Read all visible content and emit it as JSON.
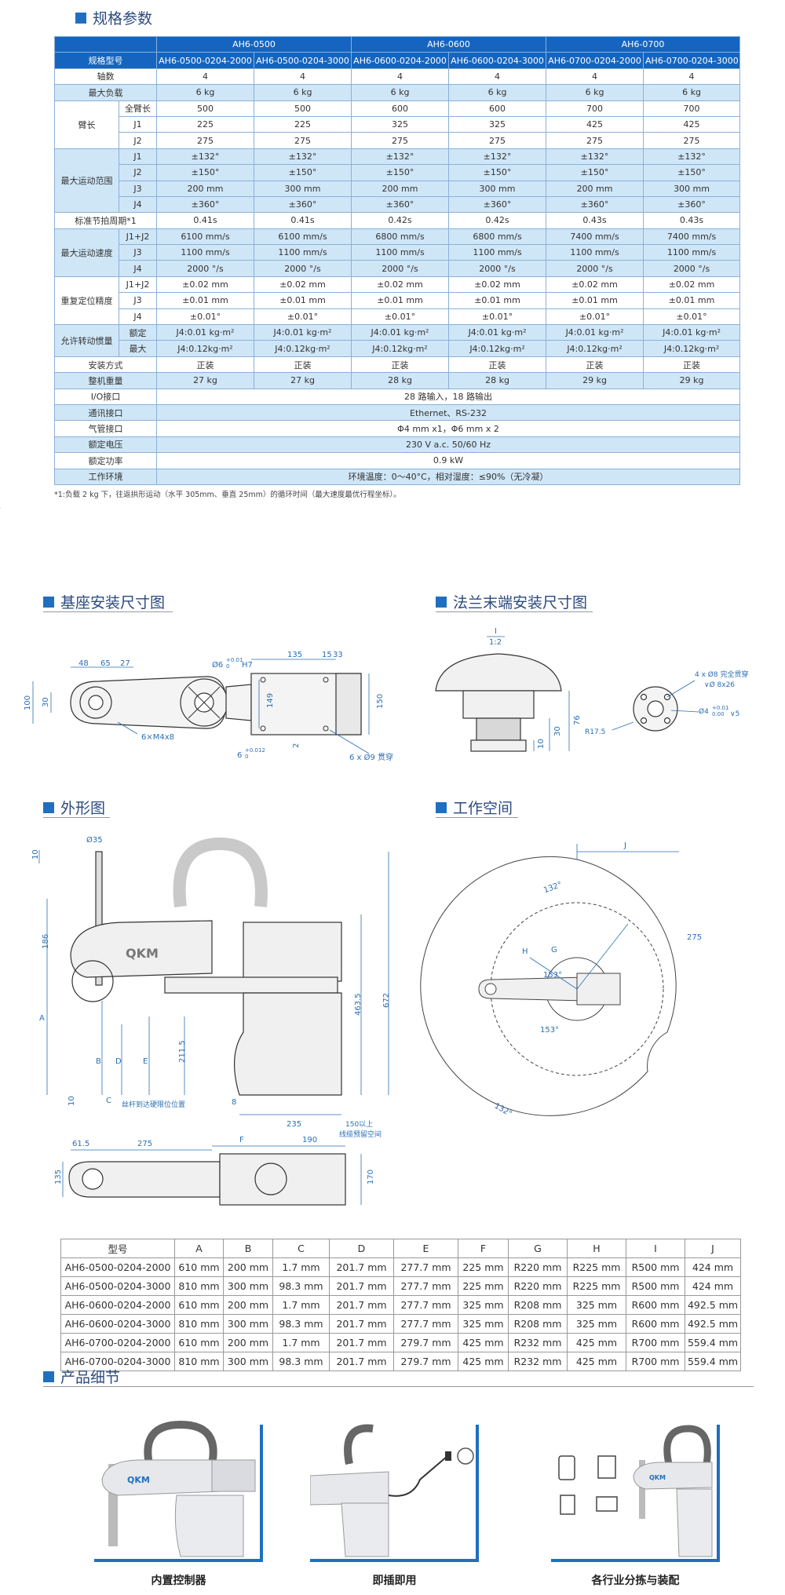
{
  "sections": {
    "spec": "规格参数",
    "base": "基座安装尺寸图",
    "flange": "法兰末端安装尺寸图",
    "outline": "外形图",
    "workspace": "工作空间",
    "details": "产品细节"
  },
  "spec": {
    "model_label": "规格型号",
    "groups": [
      "AH6-0500",
      "AH6-0600",
      "AH6-0700"
    ],
    "models": [
      "AH6-0500-0204-2000",
      "AH6-0500-0204-3000",
      "AH6-0600-0204-2000",
      "AH6-0600-0204-3000",
      "AH6-0700-0204-2000",
      "AH6-0700-0204-3000"
    ],
    "rows": [
      {
        "label": "轴数",
        "sub": "",
        "span": 1,
        "vals": [
          "4",
          "4",
          "4",
          "4",
          "4",
          "4"
        ]
      },
      {
        "label": "最大负载",
        "sub": "",
        "span": 1,
        "vals": [
          "6 kg",
          "6 kg",
          "6 kg",
          "6 kg",
          "6 kg",
          "6 kg"
        ]
      },
      {
        "label": "臂长",
        "sub": "全臂长",
        "span": 3,
        "vals": [
          "500",
          "500",
          "600",
          "600",
          "700",
          "700"
        ]
      },
      {
        "label": "",
        "sub": "J1",
        "span": 0,
        "vals": [
          "225",
          "225",
          "325",
          "325",
          "425",
          "425"
        ]
      },
      {
        "label": "",
        "sub": "J2",
        "span": 0,
        "vals": [
          "275",
          "275",
          "275",
          "275",
          "275",
          "275"
        ]
      },
      {
        "label": "最大运动范围",
        "sub": "J1",
        "span": 4,
        "vals": [
          "±132°",
          "±132°",
          "±132°",
          "±132°",
          "±132°",
          "±132°"
        ]
      },
      {
        "label": "",
        "sub": "J2",
        "span": 0,
        "vals": [
          "±150°",
          "±150°",
          "±150°",
          "±150°",
          "±150°",
          "±150°"
        ]
      },
      {
        "label": "",
        "sub": "J3",
        "span": 0,
        "vals": [
          "200 mm",
          "300 mm",
          "200 mm",
          "300 mm",
          "200 mm",
          "300 mm"
        ]
      },
      {
        "label": "",
        "sub": "J4",
        "span": 0,
        "vals": [
          "±360°",
          "±360°",
          "±360°",
          "±360°",
          "±360°",
          "±360°"
        ]
      },
      {
        "label": "标准节拍周期*1",
        "sub": "",
        "span": 1,
        "vals": [
          "0.41s",
          "0.41s",
          "0.42s",
          "0.42s",
          "0.43s",
          "0.43s"
        ]
      },
      {
        "label": "最大运动速度",
        "sub": "J1+J2",
        "span": 3,
        "vals": [
          "6100 mm/s",
          "6100 mm/s",
          "6800 mm/s",
          "6800 mm/s",
          "7400 mm/s",
          "7400 mm/s"
        ]
      },
      {
        "label": "",
        "sub": "J3",
        "span": 0,
        "vals": [
          "1100 mm/s",
          "1100 mm/s",
          "1100 mm/s",
          "1100 mm/s",
          "1100 mm/s",
          "1100 mm/s"
        ]
      },
      {
        "label": "",
        "sub": "J4",
        "span": 0,
        "vals": [
          "2000 °/s",
          "2000 °/s",
          "2000 °/s",
          "2000 °/s",
          "2000 °/s",
          "2000 °/s"
        ]
      },
      {
        "label": "重复定位精度",
        "sub": "J1+J2",
        "span": 3,
        "vals": [
          "±0.02 mm",
          "±0.02 mm",
          "±0.02 mm",
          "±0.02 mm",
          "±0.02 mm",
          "±0.02 mm"
        ]
      },
      {
        "label": "",
        "sub": "J3",
        "span": 0,
        "vals": [
          "±0.01 mm",
          "±0.01 mm",
          "±0.01 mm",
          "±0.01 mm",
          "±0.01 mm",
          "±0.01 mm"
        ]
      },
      {
        "label": "",
        "sub": "J4",
        "span": 0,
        "vals": [
          "±0.01°",
          "±0.01°",
          "±0.01°",
          "±0.01°",
          "±0.01°",
          "±0.01°"
        ]
      },
      {
        "label": "允许转动惯量",
        "sub": "额定",
        "span": 2,
        "vals": [
          "J4:0.01 kg·m²",
          "J4:0.01 kg·m²",
          "J4:0.01 kg·m²",
          "J4:0.01 kg·m²",
          "J4:0.01 kg·m²",
          "J4:0.01 kg·m²"
        ]
      },
      {
        "label": "",
        "sub": "最大",
        "span": 0,
        "vals": [
          "J4:0.12kg·m²",
          "J4:0.12kg·m²",
          "J4:0.12kg·m²",
          "J4:0.12kg·m²",
          "J4:0.12kg·m²",
          "J4:0.12kg·m²"
        ]
      },
      {
        "label": "安装方式",
        "sub": "",
        "span": 1,
        "vals": [
          "正装",
          "正装",
          "正装",
          "正装",
          "正装",
          "正装"
        ]
      },
      {
        "label": "整机重量",
        "sub": "",
        "span": 1,
        "vals": [
          "27 kg",
          "27 kg",
          "28 kg",
          "28 kg",
          "29 kg",
          "29 kg"
        ]
      }
    ],
    "merged": [
      {
        "label": "I/O接口",
        "val": "28 路输入，18 路输出"
      },
      {
        "label": "通讯接口",
        "val": "Ethernet、RS-232"
      },
      {
        "label": "气管接口",
        "val": "Φ4 mm x1，Φ6 mm x 2"
      },
      {
        "label": "额定电压",
        "val": "230 V a.c. 50/60 Hz"
      },
      {
        "label": "额定功率",
        "val": "0.9 kW"
      },
      {
        "label": "工作环境",
        "val": "环境温度：0～40°C，相对湿度：≤90%（无冷凝）"
      }
    ],
    "footnote": "*1:负载 2 kg 下，往返拱形运动（水平 305mm、垂直 25mm）的循环时间（最大速度最优行程坐标）。"
  },
  "base_dims": {
    "d48": "48",
    "d65": "65",
    "d27": "27",
    "d100": "100",
    "d30": "30",
    "m4": "6×M4x8",
    "phi6": "Ø6",
    "phi6_tol_top": "+0.01",
    "phi6_tol_bot": "0",
    "h7": "H7",
    "d135": "135",
    "d15": "15",
    "d33": "33",
    "d149": "149",
    "d150": "150",
    "d2": "2",
    "hole9": "6 x Ø9 贯穿",
    "six": "6",
    "six_tol_top": "+0.012",
    "six_tol_bot": "0"
  },
  "flange_dims": {
    "view": "I",
    "scale": "1:2",
    "d76": "76",
    "d30": "30",
    "d10": "10",
    "thru": "4 x Ø8 完全贯穿",
    "cbore": "∨Ø 8x26",
    "phi4": "Ø4",
    "phi4_tol_top": "+0.01",
    "phi4_tol_bot": "0.00",
    "phi4_depth": "∨5",
    "r175": "R17.5"
  },
  "outline_dims": {
    "d10a": "10",
    "phi35": "Ø35",
    "d186": "186",
    "A": "A",
    "B": "B",
    "D": "D",
    "E": "E",
    "d2115": "211.5",
    "d4635": "463.5",
    "d672": "672",
    "d10b": "10",
    "C": "C",
    "d8": "8",
    "stop_note": "丝杆到达硬限位位置",
    "d235": "235",
    "cable": "150以上",
    "cable2": "线缆预留空间",
    "d615": "61.5",
    "d275": "275",
    "F": "F",
    "d190": "190",
    "d135": "135",
    "d170": "170",
    "logo": "QKM"
  },
  "workspace_dims": {
    "J": "J",
    "a132a": "132°",
    "d275": "275",
    "H": "H",
    "G": "G",
    "a153a": "153°",
    "a153b": "153°",
    "a132b": "132°"
  },
  "dim_table": {
    "headers": [
      "型号",
      "A",
      "B",
      "C",
      "D",
      "E",
      "F",
      "G",
      "H",
      "I",
      "J"
    ],
    "rows": [
      [
        "AH6-0500-0204-2000",
        "610 mm",
        "200 mm",
        "1.7 mm",
        "201.7 mm",
        "277.7 mm",
        "225 mm",
        "R220 mm",
        "R225 mm",
        "R500 mm",
        "424 mm"
      ],
      [
        "AH6-0500-0204-3000",
        "810 mm",
        "300 mm",
        "98.3 mm",
        "201.7 mm",
        "277.7 mm",
        "225 mm",
        "R220 mm",
        "R225 mm",
        "R500 mm",
        "424 mm"
      ],
      [
        "AH6-0600-0204-2000",
        "610 mm",
        "200 mm",
        "1.7 mm",
        "201.7 mm",
        "277.7 mm",
        "325 mm",
        "R208 mm",
        "325 mm",
        "R600 mm",
        "492.5 mm"
      ],
      [
        "AH6-0600-0204-3000",
        "810 mm",
        "300 mm",
        "98.3 mm",
        "201.7 mm",
        "277.7 mm",
        "325 mm",
        "R208 mm",
        "325 mm",
        "R600 mm",
        "492.5 mm"
      ],
      [
        "AH6-0700-0204-2000",
        "610 mm",
        "200 mm",
        "1.7 mm",
        "201.7 mm",
        "279.7 mm",
        "425 mm",
        "R232 mm",
        "425 mm",
        "R700 mm",
        "559.4 mm"
      ],
      [
        "AH6-0700-0204-3000",
        "810 mm",
        "300 mm",
        "98.3 mm",
        "201.7 mm",
        "279.7 mm",
        "425 mm",
        "R232 mm",
        "425 mm",
        "R700 mm",
        "559.4 mm"
      ]
    ]
  },
  "details": {
    "items": [
      "内置控制器",
      "即插即用",
      "各行业分拣与装配"
    ],
    "logo": "QKM"
  },
  "colors": {
    "header_blue": "#1565c0",
    "row_blue": "#cfe6f7",
    "accent": "#1f6fbf",
    "dim_blue": "#2a6fb5"
  }
}
